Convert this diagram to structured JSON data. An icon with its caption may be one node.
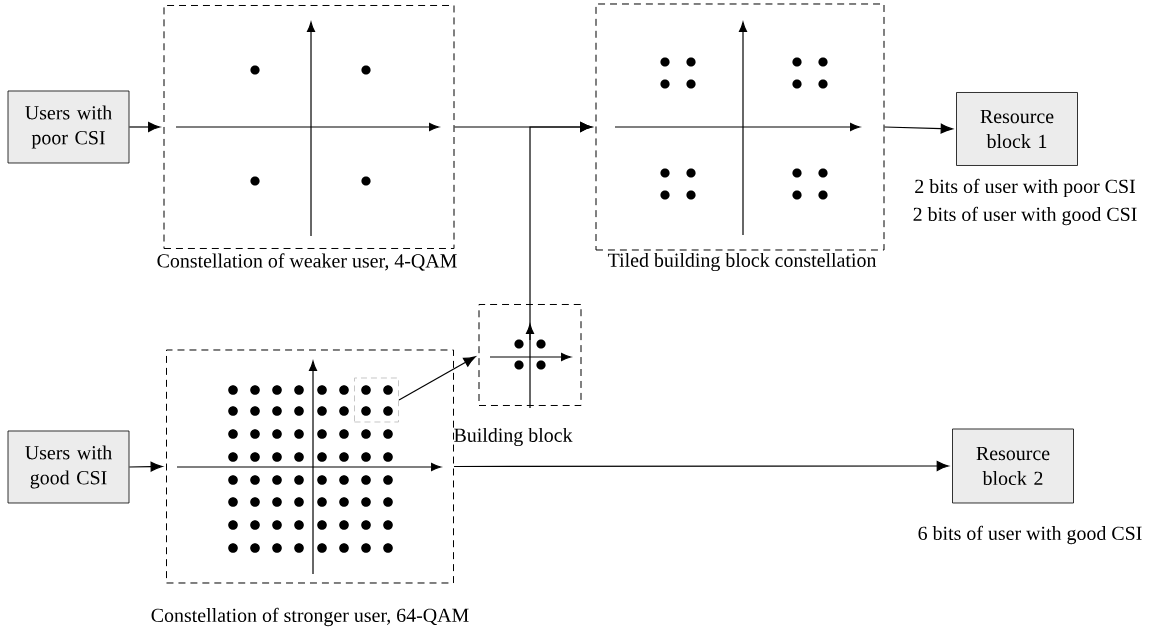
{
  "diagram": {
    "nodes": [
      {
        "text": [
          "Users with poor CSI"
        ]
      },
      {
        "text": [],
        "shape": "box",
        "beside": [
          "Constellation of weaker user, 4-QAM"
        ]
      },
      {
        "text": [],
        "shape": "box",
        "beside": [
          "Tiled building block constellation"
        ]
      },
      {
        "text": [
          "Resource block 1"
        ],
        "beside": [
          "2 bits of user with poor CSI",
          "2 bits of user with good CSI"
        ]
      },
      {
        "text": [],
        "shape": "box",
        "beside": [
          "Building block"
        ]
      },
      {
        "text": [
          "Users with good CSI"
        ]
      },
      {
        "text": [],
        "shape": "box",
        "beside": [
          "Constellation of stronger user, 64-QAM"
        ]
      },
      {
        "text": [
          "Resource block 2"
        ],
        "beside": [
          "6 bits of user with good CSI"
        ]
      },
      {
        "text": [],
        "shape": "box",
        "in": 6
      }
    ],
    "edges": [
      {
        "from": 0,
        "to": 1,
        "arrow": "to"
      },
      {
        "from": 1,
        "to": 2,
        "arrow": "to"
      },
      {
        "from": 4,
        "to": 2,
        "arrow": "to"
      },
      {
        "from": 2,
        "to": 3,
        "arrow": "to"
      },
      {
        "from": 5,
        "to": 6,
        "arrow": "to"
      },
      {
        "from": 6,
        "to": 7,
        "arrow": "to"
      },
      {
        "from": 8,
        "to": 4,
        "arrow": "to"
      }
    ]
  }
}
